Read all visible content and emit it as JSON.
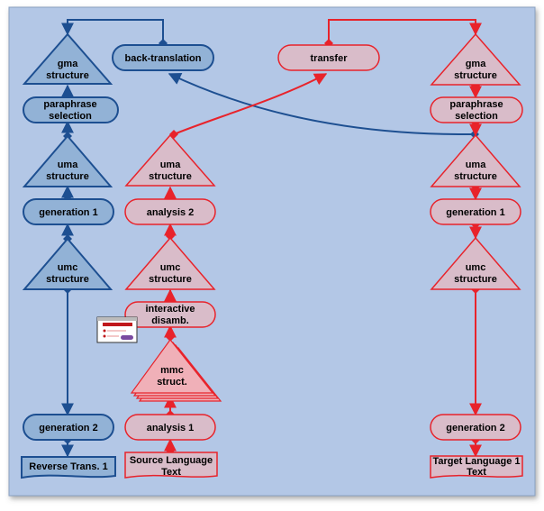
{
  "colors": {
    "panel_bg": "#b3c7e6",
    "blue_fill": "#92b2d6",
    "blue_stroke": "#1d4f91",
    "pink_fill": "#d9bcc9",
    "pink_stroke": "#e8232b",
    "text": "#111111"
  },
  "left_column": {
    "gma": [
      "gma",
      "structure"
    ],
    "paraphrase": [
      "paraphrase",
      "selection"
    ],
    "uma": [
      "uma",
      "structure"
    ],
    "generation1": "generation 1",
    "umc": [
      "umc",
      "structure"
    ],
    "generation2": "generation 2",
    "reverse": "Reverse Trans. 1"
  },
  "top": {
    "back_translation": "back-translation",
    "transfer": "transfer"
  },
  "middle_column": {
    "uma": [
      "uma",
      "structure"
    ],
    "analysis2": "analysis 2",
    "umc": [
      "umc",
      "structure"
    ],
    "interactive": [
      "interactive",
      "disamb."
    ],
    "mmc": [
      "mmc",
      "struct."
    ],
    "analysis1": "analysis 1",
    "source": [
      "Source Language",
      "Text"
    ]
  },
  "right_column": {
    "gma": [
      "gma",
      "structure"
    ],
    "paraphrase": [
      "paraphrase",
      "selection"
    ],
    "uma": [
      "uma",
      "structure"
    ],
    "generation1": "generation 1",
    "umc": [
      "umc",
      "structure"
    ],
    "generation2": "generation 2",
    "target": [
      "Target Language 1",
      "Text"
    ]
  },
  "dialog_icon": "dialog-window-icon"
}
